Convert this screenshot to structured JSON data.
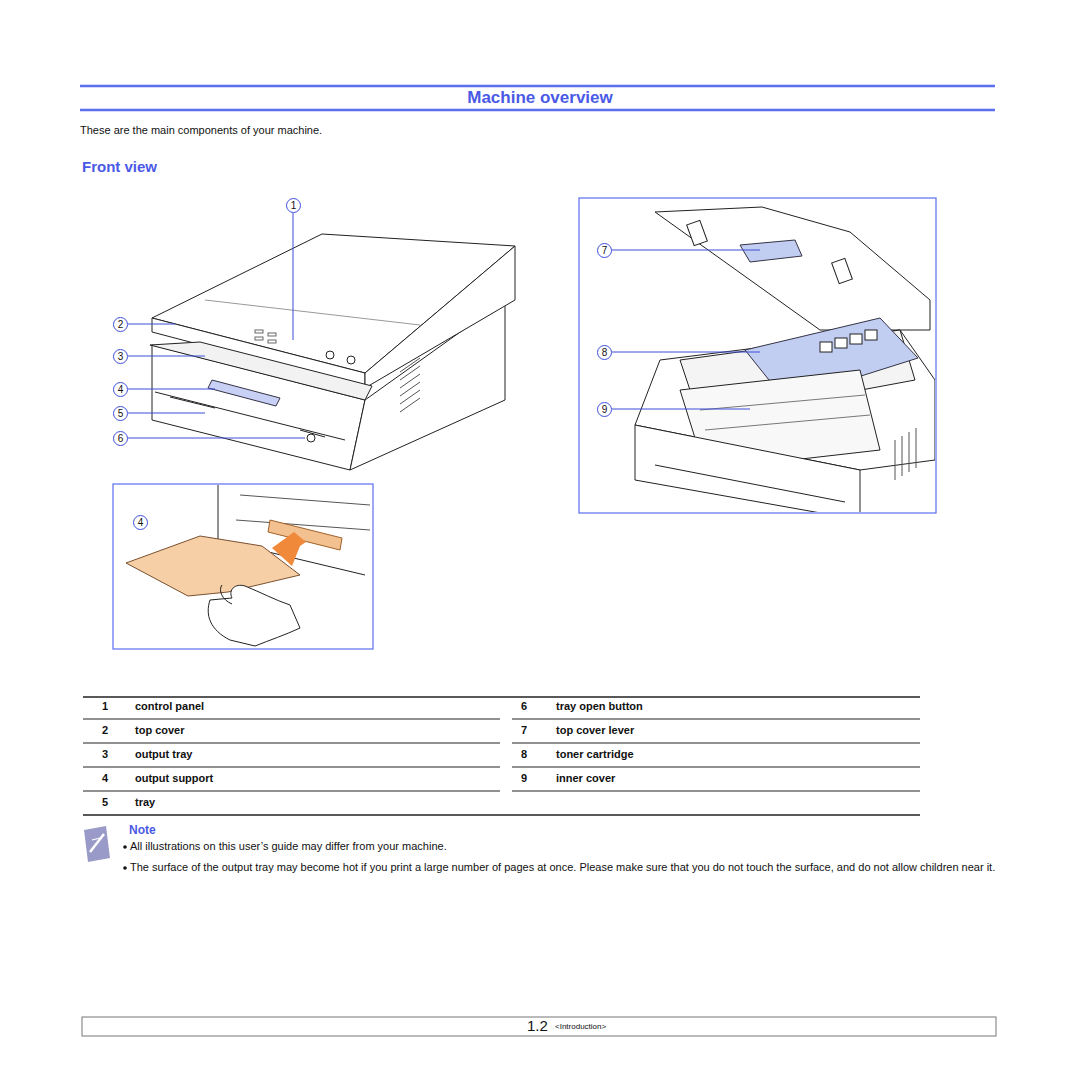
{
  "diagram": {
    "title": "Machine overview",
    "labels": [
      "These are the main components of your machine.",
      "Front view",
      "1",
      "2",
      "3",
      "4",
      "5",
      "6",
      "4",
      "7",
      "8",
      "9",
      "1",
      "control panel",
      "6",
      "tray open button",
      "2",
      "top cover",
      "7",
      "top cover lever",
      "3",
      "output tray",
      "8",
      "toner cartridge",
      "4",
      "output support",
      "9",
      "inner cover",
      "5",
      "tray",
      "Note",
      "All illustrations on this user’s guide may differ from your machine.",
      "The surface of the output tray may become hot if you print a large number of pages at once. Please make sure that you do not touch the surface, and do not allow children near it.",
      "1.2",
      "<Introduction>"
    ]
  }
}
